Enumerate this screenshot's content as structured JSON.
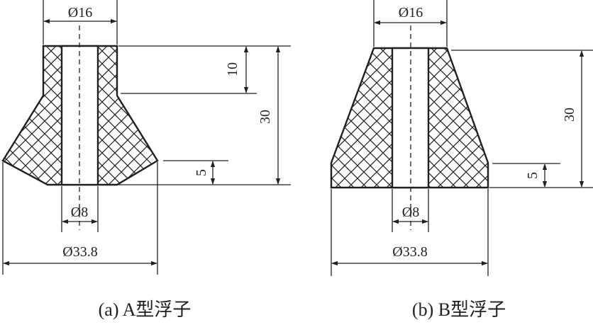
{
  "float_a": {
    "caption": "(a) A型浮子",
    "top_diameter": "Ø16",
    "hole_diameter": "Ø8",
    "base_diameter": "Ø33.8",
    "upper_height": "10",
    "total_height": "30",
    "bottom_height": "5"
  },
  "float_b": {
    "caption": "(b) B型浮子",
    "top_diameter": "Ø16",
    "hole_diameter": "Ø8",
    "base_diameter": "Ø33.8",
    "total_height": "30",
    "bottom_height": "5"
  },
  "colors": {
    "ink": "#231f20",
    "background": "#ffffff"
  }
}
